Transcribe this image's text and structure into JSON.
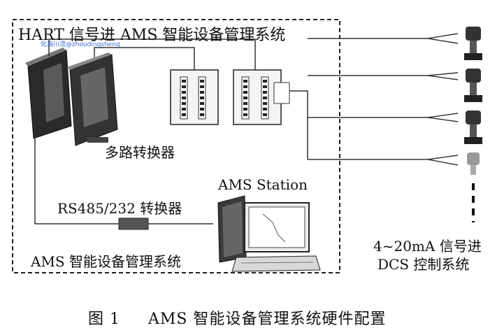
{
  "labels": {
    "hart_title": "HART 信号进 AMS 智能设备管理系统",
    "watermark": "化海川流@zhoudingsheng",
    "multiplexer": "多路转换器",
    "ams_station": "AMS Station",
    "rs485": "RS485/232 转换器",
    "ams_system": "AMS 智能设备管理系统",
    "signal_line1": "4~20mA 信号进",
    "signal_line2": "DCS 控制系统"
  },
  "caption": {
    "figure_no": "图 1",
    "text": "AMS 智能设备管理系统硬件配置"
  }
}
